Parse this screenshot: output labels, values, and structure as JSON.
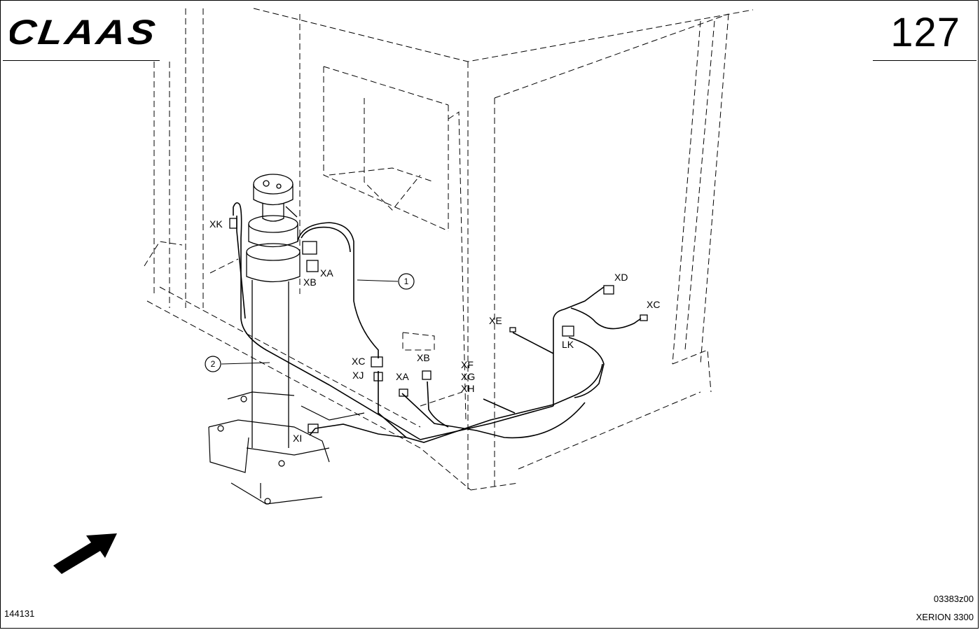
{
  "header": {
    "brand": "CLAAS",
    "page_number": "127"
  },
  "callouts": [
    {
      "id": "1",
      "label": "1"
    },
    {
      "id": "2",
      "label": "2"
    }
  ],
  "connectors": {
    "xk": "XK",
    "xa_top": "XA",
    "xb_top": "XB",
    "xd": "XD",
    "xc_right": "XC",
    "xe": "XE",
    "lk": "LK",
    "xc_mid": "XC",
    "xj": "XJ",
    "xb_mid": "XB",
    "xa_mid": "XA",
    "xf": "XF",
    "xg": "XG",
    "xh": "XH",
    "xi": "XI"
  },
  "footer": {
    "part_number": "144131",
    "drawing_code": "03383z00",
    "model": "XERION 3300"
  },
  "colors": {
    "line": "#000000",
    "background": "#ffffff"
  },
  "icons": [
    "direction-arrow-icon"
  ]
}
